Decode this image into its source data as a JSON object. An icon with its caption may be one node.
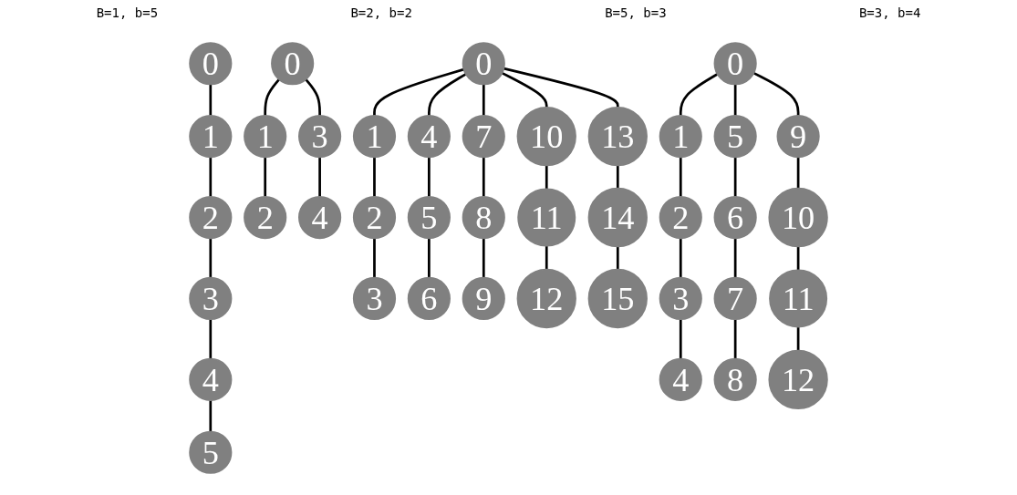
{
  "diagram": {
    "nodes": [
      {
        "text": [
          "0"
        ]
      },
      {
        "text": [
          "1"
        ]
      },
      {
        "text": [
          "2"
        ]
      },
      {
        "text": [
          "3"
        ]
      },
      {
        "text": [
          "4"
        ]
      },
      {
        "text": [
          "5"
        ]
      },
      {
        "text": [
          "0"
        ]
      },
      {
        "text": [
          "1"
        ]
      },
      {
        "text": [
          "3"
        ]
      },
      {
        "text": [
          "2"
        ]
      },
      {
        "text": [
          "4"
        ]
      },
      {
        "text": [
          "0"
        ]
      },
      {
        "text": [
          "1"
        ]
      },
      {
        "text": [
          "4"
        ]
      },
      {
        "text": [
          "7"
        ]
      },
      {
        "text": [
          "10"
        ]
      },
      {
        "text": [
          "13"
        ]
      },
      {
        "text": [
          "2"
        ]
      },
      {
        "text": [
          "5"
        ]
      },
      {
        "text": [
          "8"
        ]
      },
      {
        "text": [
          "11"
        ]
      },
      {
        "text": [
          "14"
        ]
      },
      {
        "text": [
          "3"
        ]
      },
      {
        "text": [
          "6"
        ]
      },
      {
        "text": [
          "9"
        ]
      },
      {
        "text": [
          "12"
        ]
      },
      {
        "text": [
          "15"
        ]
      },
      {
        "text": [
          "0"
        ]
      },
      {
        "text": [
          "1"
        ]
      },
      {
        "text": [
          "5"
        ]
      },
      {
        "text": [
          "9"
        ]
      },
      {
        "text": [
          "2"
        ]
      },
      {
        "text": [
          "6"
        ]
      },
      {
        "text": [
          "10"
        ]
      },
      {
        "text": [
          "3"
        ]
      },
      {
        "text": [
          "7"
        ]
      },
      {
        "text": [
          "11"
        ]
      },
      {
        "text": [
          "4"
        ]
      },
      {
        "text": [
          "8"
        ]
      },
      {
        "text": [
          "12"
        ]
      }
    ],
    "edges": [
      {
        "from": 0,
        "to": 1,
        "arrow": "none"
      },
      {
        "from": 1,
        "to": 2,
        "arrow": "none"
      },
      {
        "from": 2,
        "to": 3,
        "arrow": "none"
      },
      {
        "from": 3,
        "to": 4,
        "arrow": "none"
      },
      {
        "from": 4,
        "to": 5,
        "arrow": "none"
      },
      {
        "from": 6,
        "to": 7,
        "arrow": "none"
      },
      {
        "from": 6,
        "to": 8,
        "arrow": "none"
      },
      {
        "from": 7,
        "to": 9,
        "arrow": "none"
      },
      {
        "from": 8,
        "to": 10,
        "arrow": "none"
      },
      {
        "from": 11,
        "to": 12,
        "arrow": "none"
      },
      {
        "from": 11,
        "to": 13,
        "arrow": "none"
      },
      {
        "from": 11,
        "to": 14,
        "arrow": "none"
      },
      {
        "from": 11,
        "to": 15,
        "arrow": "none"
      },
      {
        "from": 11,
        "to": 16,
        "arrow": "none"
      },
      {
        "from": 12,
        "to": 17,
        "arrow": "none"
      },
      {
        "from": 13,
        "to": 18,
        "arrow": "none"
      },
      {
        "from": 14,
        "to": 19,
        "arrow": "none"
      },
      {
        "from": 15,
        "to": 20,
        "arrow": "none"
      },
      {
        "from": 16,
        "to": 21,
        "arrow": "none"
      },
      {
        "from": 17,
        "to": 22,
        "arrow": "none"
      },
      {
        "from": 18,
        "to": 23,
        "arrow": "none"
      },
      {
        "from": 19,
        "to": 24,
        "arrow": "none"
      },
      {
        "from": 20,
        "to": 25,
        "arrow": "none"
      },
      {
        "from": 21,
        "to": 26,
        "arrow": "none"
      },
      {
        "from": 27,
        "to": 28,
        "arrow": "none"
      },
      {
        "from": 27,
        "to": 29,
        "arrow": "none"
      },
      {
        "from": 27,
        "to": 30,
        "arrow": "none"
      },
      {
        "from": 28,
        "to": 31,
        "arrow": "none"
      },
      {
        "from": 29,
        "to": 32,
        "arrow": "none"
      },
      {
        "from": 30,
        "to": 33,
        "arrow": "none"
      },
      {
        "from": 31,
        "to": 34,
        "arrow": "none"
      },
      {
        "from": 32,
        "to": 35,
        "arrow": "none"
      },
      {
        "from": 33,
        "to": 36,
        "arrow": "none"
      },
      {
        "from": 34,
        "to": 37,
        "arrow": "none"
      },
      {
        "from": 35,
        "to": 38,
        "arrow": "none"
      },
      {
        "from": 36,
        "to": 39,
        "arrow": "none"
      }
    ],
    "labels": [
      "B=1, b=5",
      "B=2, b=2",
      "B=5, b=3",
      "B=3, b=4"
    ]
  }
}
